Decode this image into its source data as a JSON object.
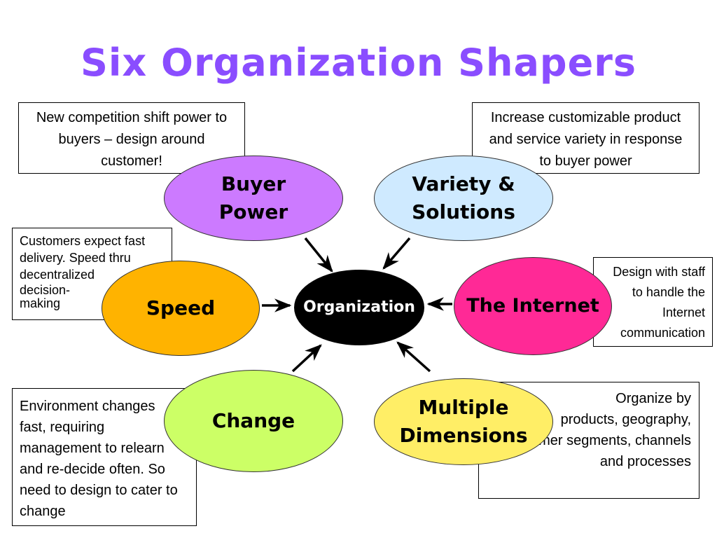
{
  "title": "Six Organization Shapers",
  "center": {
    "label": "Organization"
  },
  "shapers": {
    "buyer_power": {
      "label_line1": "Buyer",
      "label_line2": "Power",
      "note": [
        "New competition shift power to",
        "buyers – design around",
        "customer!"
      ]
    },
    "variety": {
      "label_line1": "Variety &",
      "label_line2": "Solutions",
      "note": [
        "Increase customizable product",
        "and service variety in response",
        "to buyer power"
      ]
    },
    "speed": {
      "label": "Speed",
      "note": [
        "Customers expect fast",
        "delivery.  Speed  thru",
        "decentralized",
        "decision-",
        "making"
      ]
    },
    "internet": {
      "label": "The Internet",
      "note": [
        "Design with staff",
        "to handle the",
        "Internet",
        "communication"
      ]
    },
    "change": {
      "label": "Change",
      "note": [
        "Environment changes",
        "fast, requiring",
        "management to relearn",
        "and re-decide often. So",
        "need to design to cater to",
        "change"
      ]
    },
    "multiple": {
      "label_line1": "Multiple",
      "label_line2": "Dimensions",
      "note": [
        "Organize by",
        "products, geography,",
        "customer segments, channels",
        "and processes"
      ]
    }
  },
  "colors": {
    "title": "#8a4dff",
    "buyer_power": "#cc7aff",
    "variety": "#cfeaff",
    "speed": "#ffb300",
    "internet": "#ff2996",
    "change": "#ccff66",
    "multiple": "#ffee66",
    "center": "#000000"
  }
}
